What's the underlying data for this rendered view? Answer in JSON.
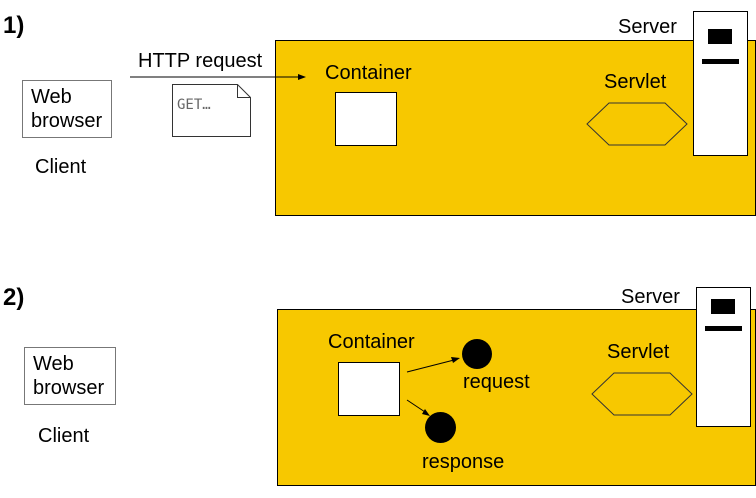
{
  "step1": {
    "number": "1)",
    "client": {
      "browser_label_line1": "Web",
      "browser_label_line2": "browser",
      "client_label": "Client"
    },
    "http_request_label": "HTTP request",
    "request_doc_text": "GET…",
    "container_label": "Container",
    "servlet_label": "Servlet",
    "server_label": "Server"
  },
  "step2": {
    "number": "2)",
    "client": {
      "browser_label_line1": "Web",
      "browser_label_line2": "browser",
      "client_label": "Client"
    },
    "container_label": "Container",
    "request_object_label": "request",
    "response_object_label": "response",
    "servlet_label": "Servlet",
    "server_label": "Server"
  },
  "colors": {
    "panel_yellow": "#f7c800",
    "outline": "#000000"
  }
}
